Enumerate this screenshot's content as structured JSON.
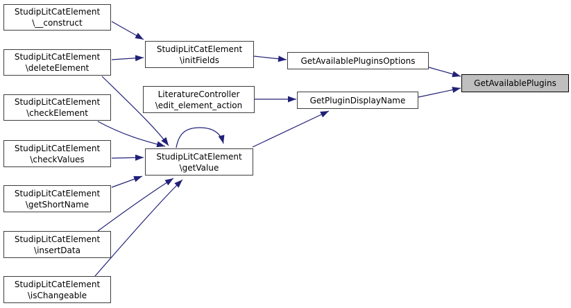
{
  "diagram": {
    "kind": "call-graph",
    "colors": {
      "edge": "#212178",
      "node_border": "#3d3d3d",
      "node_fill": "#ffffff",
      "current_node_fill": "#bfbfbf",
      "current_node_border": "#000000",
      "text": "#000000",
      "background": "#ffffff"
    },
    "nodes": {
      "construct": {
        "line1": "StudipLitCatElement",
        "line2": "\\__construct"
      },
      "delete_element": {
        "line1": "StudipLitCatElement",
        "line2": "\\deleteElement"
      },
      "check_element": {
        "line1": "StudipLitCatElement",
        "line2": "\\checkElement"
      },
      "check_values": {
        "line1": "StudipLitCatElement",
        "line2": "\\checkValues"
      },
      "get_short_name": {
        "line1": "StudipLitCatElement",
        "line2": "\\getShortName"
      },
      "insert_data": {
        "line1": "StudipLitCatElement",
        "line2": "\\insertData"
      },
      "is_changeable": {
        "line1": "StudipLitCatElement",
        "line2": "\\isChangeable"
      },
      "init_fields": {
        "line1": "StudipLitCatElement",
        "line2": "\\initFields"
      },
      "edit_element_action": {
        "line1": "LiteratureController",
        "line2": "\\edit_element_action"
      },
      "get_value": {
        "line1": "StudipLitCatElement",
        "line2": "\\getValue"
      },
      "get_available_plugins_options": {
        "line1": "GetAvailablePluginsOptions"
      },
      "get_plugin_display_name": {
        "line1": "GetPluginDisplayName"
      },
      "get_available_plugins": {
        "line1": "GetAvailablePlugins"
      }
    }
  }
}
